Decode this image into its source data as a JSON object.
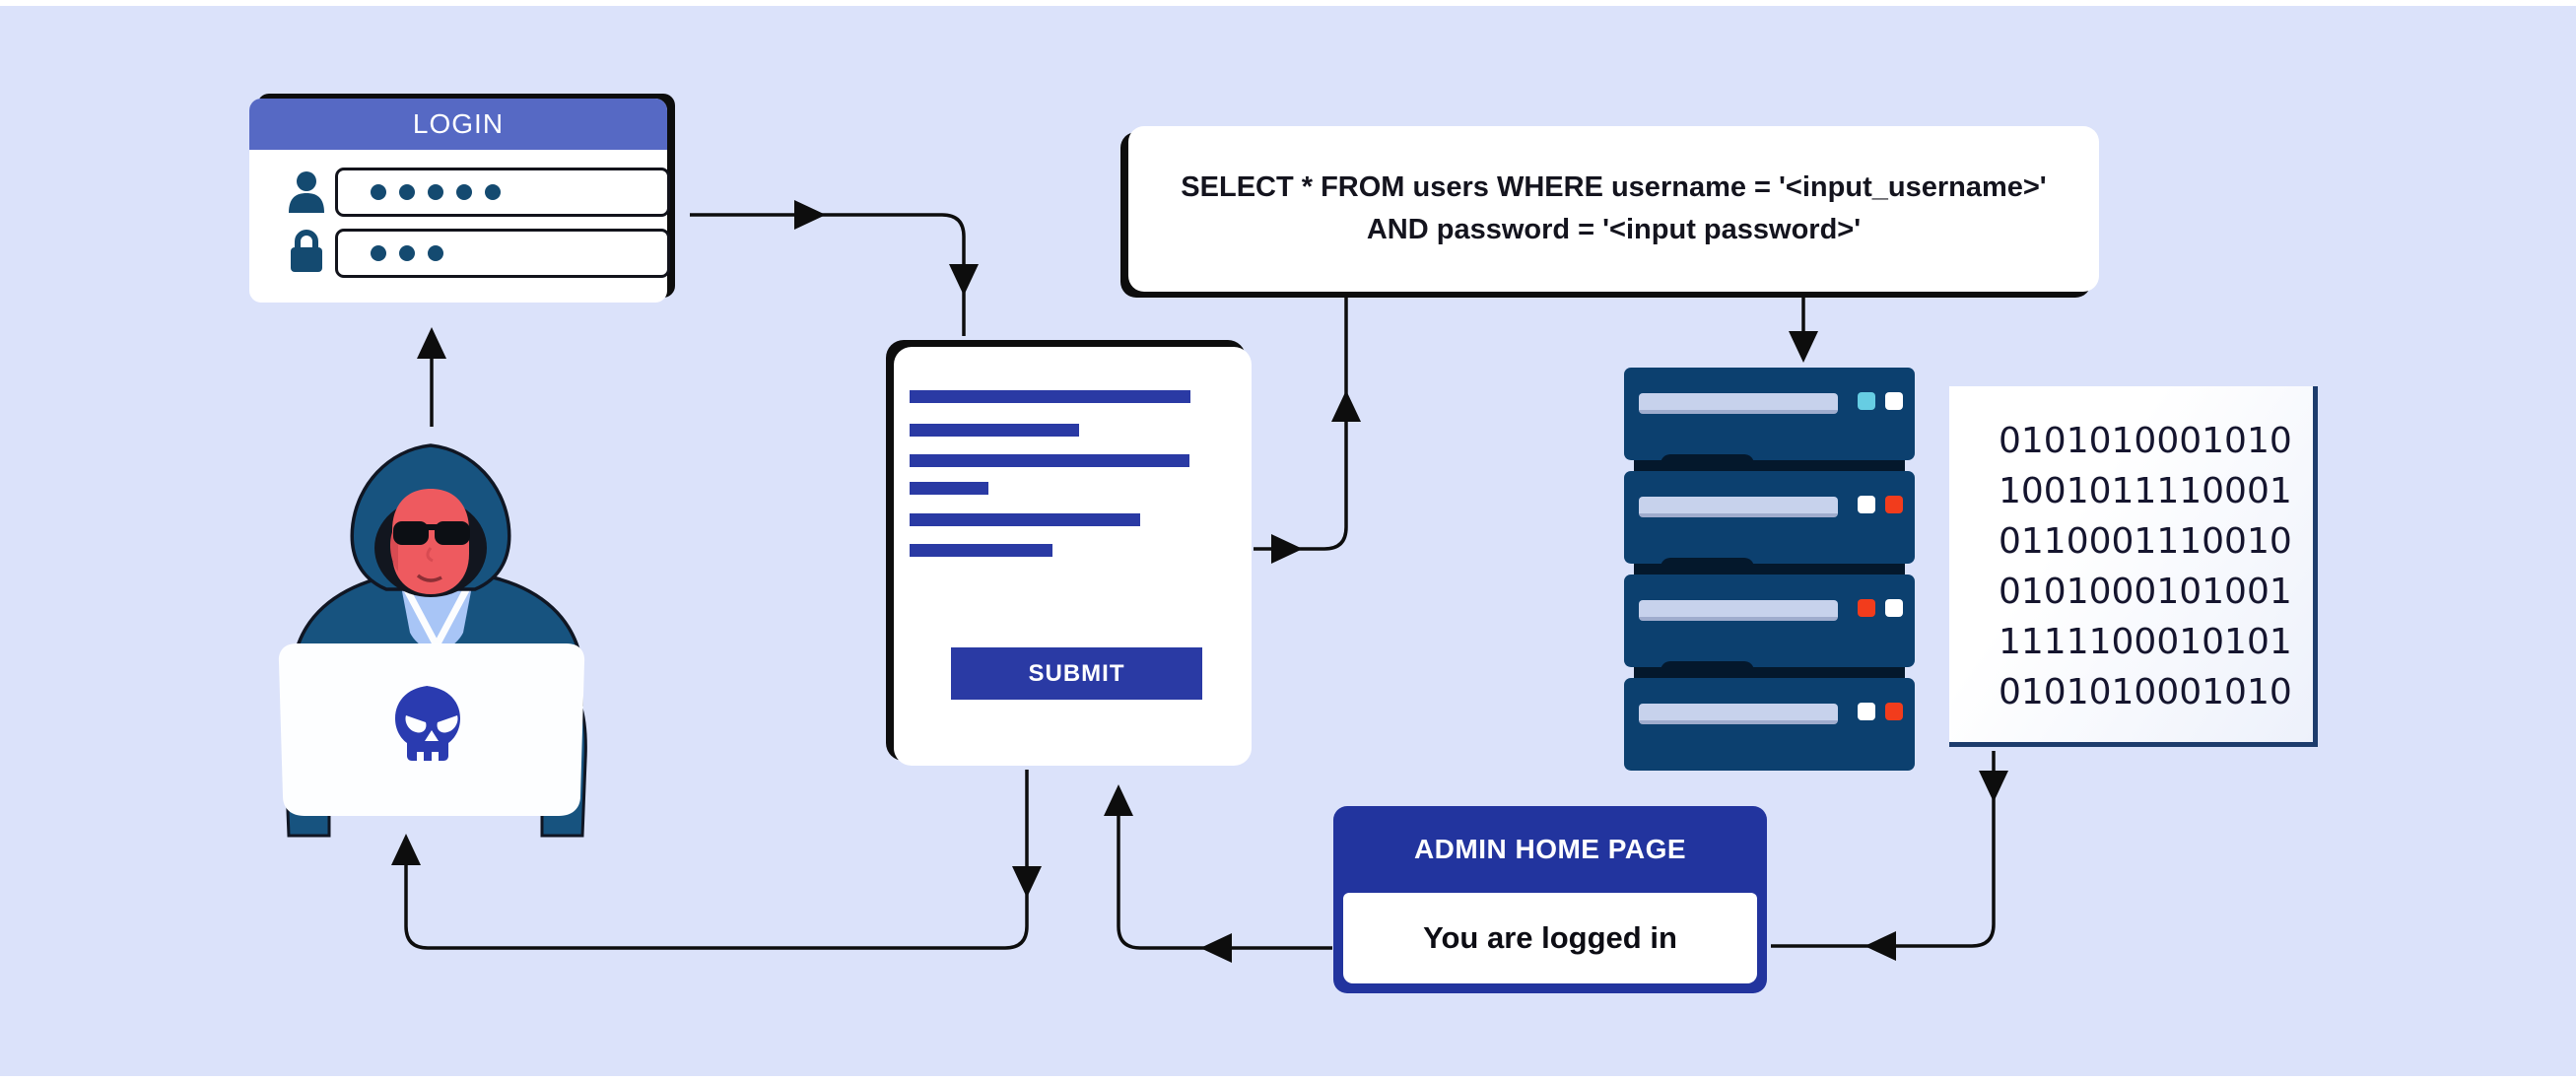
{
  "colors": {
    "background": "#DBE2FA",
    "accent_blue": "#2A3AA4",
    "login_header_blue": "#5669C4",
    "navy_icon": "#144A70",
    "server_navy": "#0C406F",
    "admin_blue": "#22349E",
    "led_cyan": "#66CDE3",
    "led_red": "#F23C1C",
    "line_black": "#0D0D0D"
  },
  "login_card": {
    "title": "LOGIN",
    "username_icon": "user-icon",
    "password_icon": "lock-icon",
    "username_dots": 5,
    "password_dots": 3
  },
  "form_card": {
    "bars": [
      285,
      172,
      284,
      80,
      234,
      145
    ],
    "submit_label": "SUBMIT"
  },
  "sql_box": {
    "line1": "SELECT * FROM users WHERE username = '<input_username>'",
    "line2": "AND password = '<input password>'"
  },
  "server": {
    "units": [
      {
        "led1": "#66CDE3",
        "led2": "#FFFFFF"
      },
      {
        "led1": "#FFFFFF",
        "led2": "#F23C1C"
      },
      {
        "led1": "#F23C1C",
        "led2": "#FFFFFF"
      },
      {
        "led1": "#FFFFFF",
        "led2": "#F23C1C"
      }
    ]
  },
  "binary_panel": {
    "lines": [
      "0101010001010",
      "1001011110001",
      "0110001110010",
      "0101000101001",
      "1111100010101",
      "0101010001010"
    ]
  },
  "admin_card": {
    "title": "ADMIN HOME PAGE",
    "body": "You are logged in"
  }
}
